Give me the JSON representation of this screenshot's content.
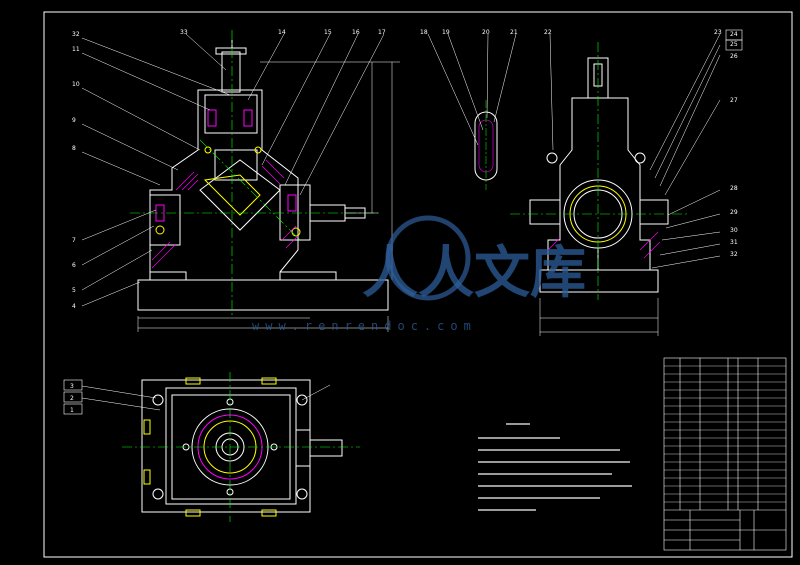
{
  "callouts": {
    "front": [
      "32",
      "11",
      "10",
      "9",
      "8",
      "7",
      "6",
      "5",
      "4"
    ],
    "top": [
      "33",
      "14",
      "15",
      "16",
      "17"
    ],
    "detail": [
      "18",
      "19",
      "20",
      "21"
    ],
    "right_top": [
      "22",
      "23",
      "24",
      "25",
      "26",
      "27"
    ],
    "right_side": [
      "28",
      "29",
      "30",
      "31",
      "32"
    ],
    "plan": [
      "3",
      "2",
      "1"
    ]
  },
  "watermark": {
    "brand_text": "人人文库",
    "url": "www.renrendoc.com"
  },
  "colors": {
    "background": "#000000",
    "outline": "#ffffff",
    "centerline": "#00ff00",
    "hidden": "#ffff00",
    "accent": "#ff00ff",
    "watermark": "#2d5e9a"
  }
}
